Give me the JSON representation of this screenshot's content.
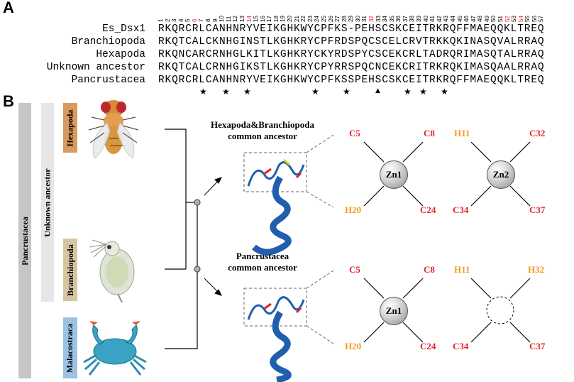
{
  "panel_a": {
    "letter": "A",
    "positions": [
      "1",
      "2",
      "3",
      "4",
      "5",
      "6",
      "7",
      "8",
      "9",
      "10",
      "11",
      "12",
      "13",
      "14",
      "15",
      "16",
      "17",
      "18",
      "19",
      "20",
      "21",
      "22",
      "23",
      "24",
      "25",
      "26",
      "27",
      "28",
      "29",
      "30",
      "31",
      "32",
      "33",
      "34",
      "35",
      "36",
      "37",
      "38",
      "39",
      "40",
      "41",
      "42",
      "43",
      "44",
      "45",
      "46",
      "47",
      "48",
      "49",
      "50",
      "51",
      "52",
      "53",
      "54",
      "55",
      "56",
      "57"
    ],
    "highlighted_positions": [
      "6",
      "14",
      "32",
      "52",
      "54"
    ],
    "highlight_color": "#e8212b",
    "rows": [
      {
        "name": "Es_Dsx1",
        "sequence": "RKQRCRLCANHNRYVEIKGHKWYCPFKS-PEHSCSKCEITRKRQFFMAEQQKLTREQ"
      },
      {
        "name": "Branchiopoda",
        "sequence": "RKQTCALCKNHGINSTLKGHKRYCPFRDSPQCSCELCRVTRKKQKINASQVALRRAQ"
      },
      {
        "name": "Hexapoda",
        "sequence": "RKQNCARCRNHGLKITLKGHKRYCKYRDSPYCSCEKCRLTADRQRIMASQTALRRAQ"
      },
      {
        "name": "Unknown ancestor",
        "sequence": "RKQTCALCRNHGIKSTLKGHKRYCPYRRSPQCNCEKCRITRKRQKIMASQAALRRAQ"
      },
      {
        "name": "Pancrustacea",
        "sequence": "RKQRCRLCANHNRYVEIKGHKWYCPFKSSPEHSCSKCEITRKRQFFMAEQQKLTREQ"
      }
    ],
    "marker_glyph": "★",
    "triangle_glyph": "▲"
  },
  "panel_b": {
    "letter": "B",
    "clade_labels": {
      "pancrustacea": "Pancrustacea",
      "unknown_ancestor": "Unknown ancestor",
      "hexapoda": "Hexapoda",
      "branchiopoda": "Branchiopoda",
      "malacostraca": "Malacostraca"
    },
    "colors": {
      "pancrustacea_bar": "#c6c6c6",
      "unknown_bar": "#e6e6e6",
      "hexapoda_bar": "#d99a5e",
      "branchiopoda_bar": "#d7c4a0",
      "malacostraca_bar": "#9cc3e6",
      "residue_c": "#e8212b",
      "residue_h": "#f39a1d"
    },
    "top_node": {
      "title_line1": "Hexapoda&Branchiopoda",
      "title_line2": "common ancestor",
      "zn1": {
        "label": "Zn1",
        "residues": [
          "C5",
          "C8",
          "H20",
          "C24"
        ]
      },
      "zn2": {
        "label": "Zn2",
        "residues": [
          "H11",
          "C32",
          "C34",
          "C37"
        ]
      }
    },
    "bottom_node": {
      "title_line1": "Pancrustacea",
      "title_line2": "common ancestor",
      "zn1": {
        "label": "Zn1",
        "residues": [
          "C5",
          "C8",
          "H20",
          "C24"
        ]
      },
      "site2": {
        "residues": [
          "H11",
          "H32",
          "C34",
          "C37"
        ]
      }
    }
  }
}
